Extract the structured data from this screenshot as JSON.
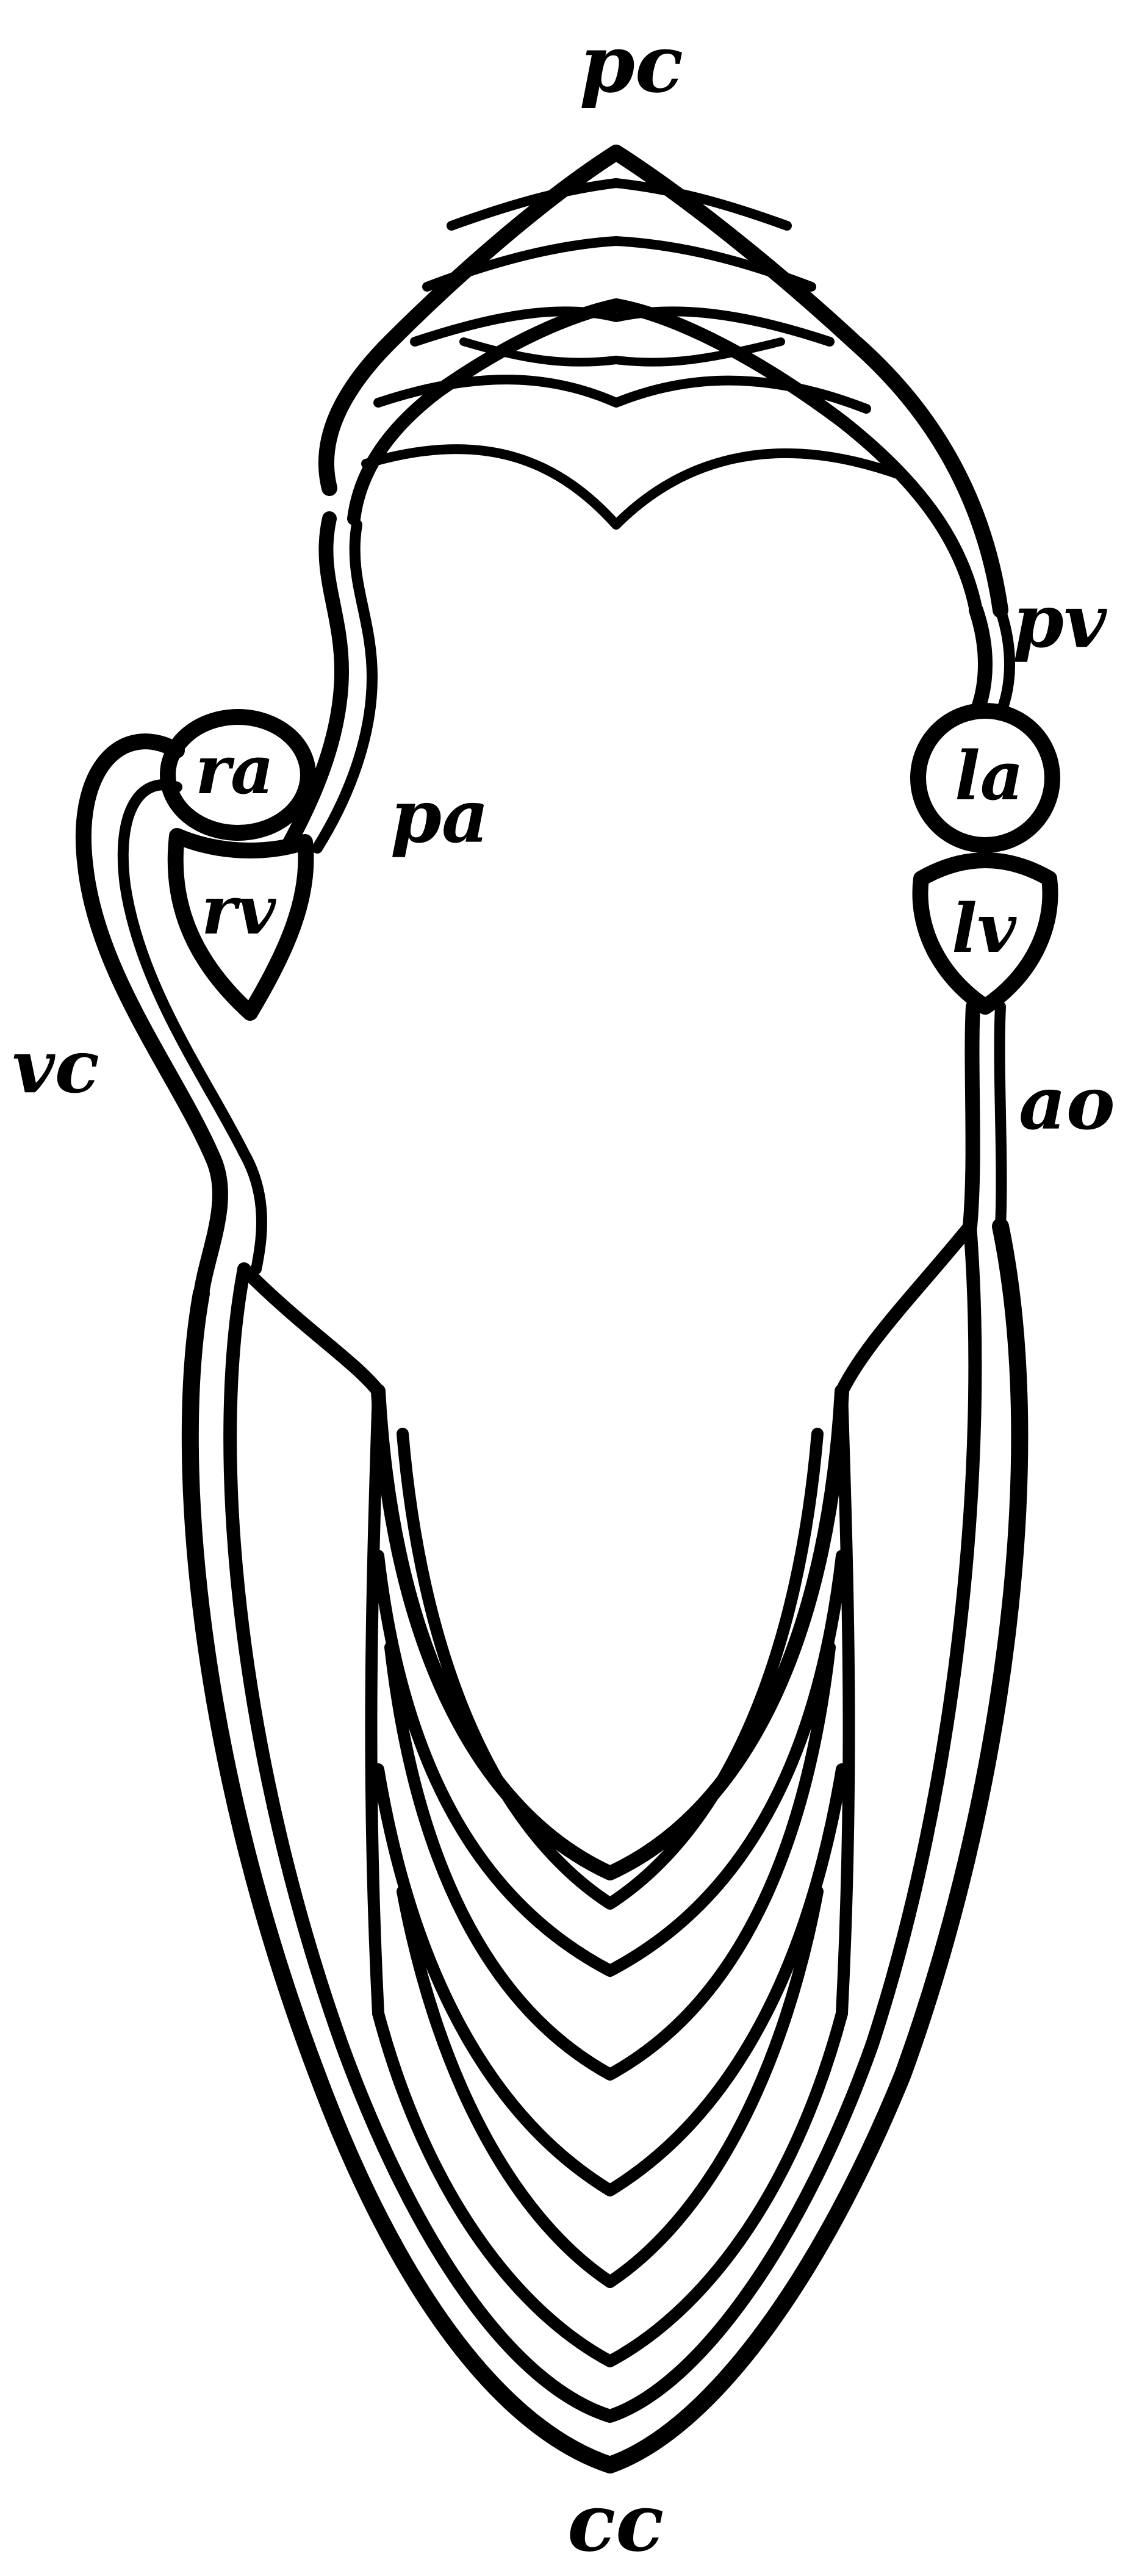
{
  "labels": {
    "pulmonary_capillaries": "pc",
    "pulmonary_vein": "pv",
    "pulmonary_artery": "pa",
    "right_atrium": "ra",
    "right_ventricle": "rv",
    "left_atrium": "la",
    "left_ventricle": "lv",
    "vena_cava": "vc",
    "aorta": "ao",
    "systemic_capillaries": "cc"
  },
  "colors": {
    "ink": "#000000",
    "paper": "#ffffff"
  }
}
